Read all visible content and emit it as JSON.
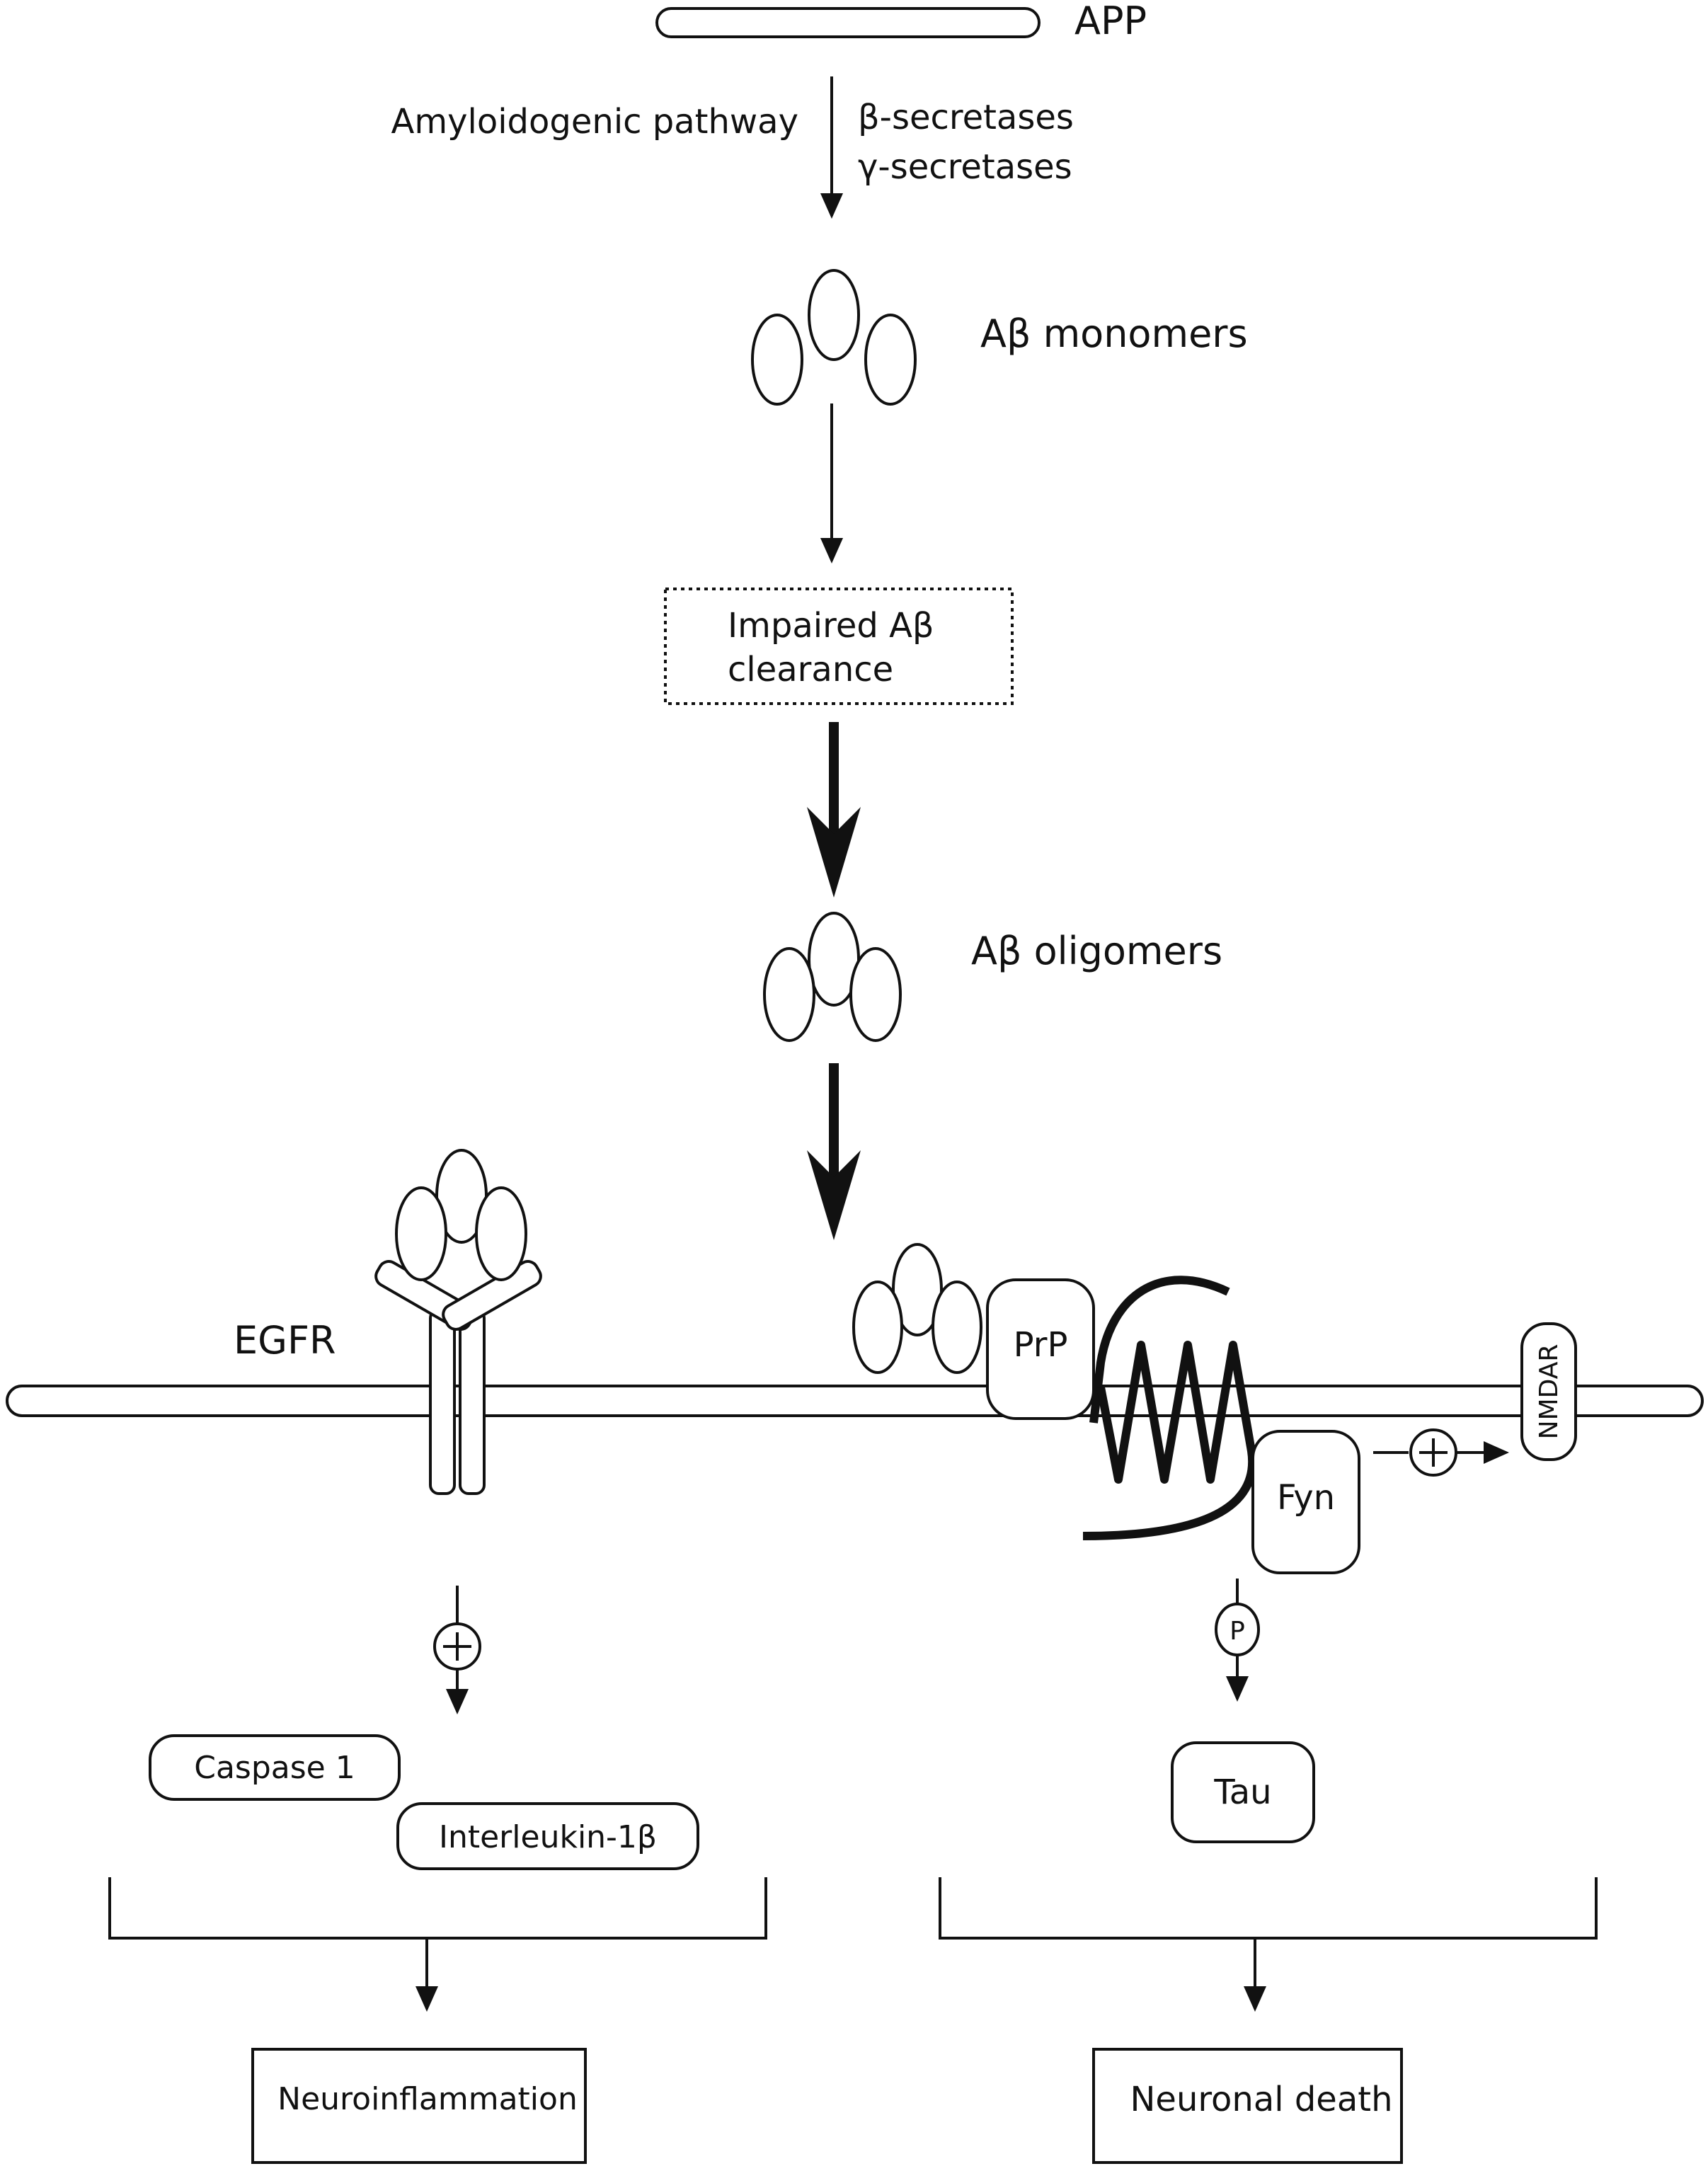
{
  "labels": {
    "app": "APP",
    "amyloidogenic_pathway": "Amyloidogenic pathway",
    "beta_secretases": "β-secretases",
    "gamma_secretases": "γ-secretases",
    "abeta_monomers": "Aβ monomers",
    "impaired_clearance_line1": "Impaired Aβ",
    "impaired_clearance_line2": "clearance",
    "abeta_oligomers": "Aβ oligomers",
    "egfr": "EGFR",
    "prp": "PrP",
    "fyn": "Fyn",
    "nmdar": "NMDAR",
    "phospho": "P",
    "caspase1": "Caspase 1",
    "interleukin": "Interleukin-1β",
    "tau": "Tau",
    "neuroinflammation": "Neuroinflammation",
    "neuronal_death": "Neuronal death"
  },
  "colors": {
    "stroke": "#111111",
    "background": "#ffffff"
  }
}
